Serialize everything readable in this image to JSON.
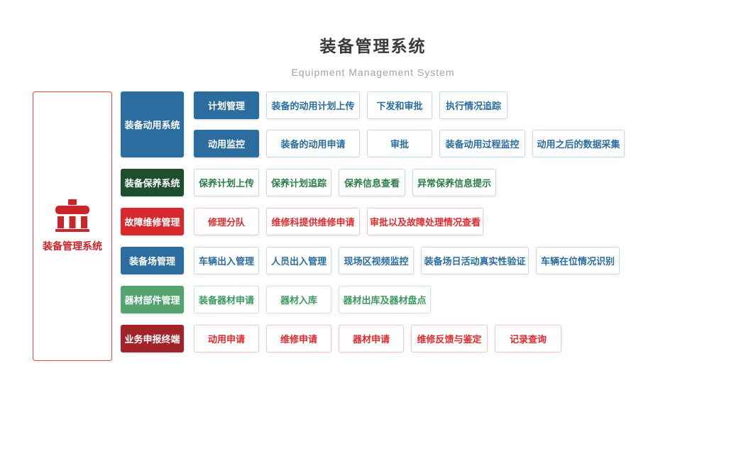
{
  "header": {
    "title": "装备管理系统",
    "subtitle": "Equipment Management System"
  },
  "root": {
    "label": "装备管理系统",
    "icon": "garage-icon"
  },
  "colors": {
    "blue": "#2a6d9e",
    "dark_green": "#1d4f2c",
    "red": "#d7282e",
    "green": "#55a370",
    "dark_red": "#a1242a",
    "accent_red": "#c9252b"
  },
  "groups": [
    {
      "label": "装备动用系统",
      "theme": "blue",
      "rows": [
        {
          "lead": "计划管理",
          "items": [
            "装备的动用计划上传",
            "下发和审批",
            "执行情况追踪"
          ]
        },
        {
          "lead": "动用监控",
          "items": [
            "装备的动用申请",
            "审批",
            "装备动用过程监控",
            "动用之后的数据采集"
          ]
        }
      ]
    },
    {
      "label": "装备保养系统",
      "theme": "dgreen",
      "rows": [
        {
          "items": [
            "保养计划上传",
            "保养计划追踪",
            "保养信息查看",
            "异常保养信息提示"
          ]
        }
      ]
    },
    {
      "label": "故障维修管理",
      "theme": "red",
      "rows": [
        {
          "items": [
            "修理分队",
            "维修科提供维修申请",
            "审批以及故障处理情况查看"
          ]
        }
      ]
    },
    {
      "label": "装备场管理",
      "theme": "blue",
      "rows": [
        {
          "items": [
            "车辆出入管理",
            "人员出入管理",
            "现场区视频监控",
            "装备场日活动真实性验证",
            "车辆在位情况识别"
          ]
        }
      ]
    },
    {
      "label": "器材部件管理",
      "theme": "green",
      "rows": [
        {
          "items": [
            "装备器材申请",
            "器材入库",
            "器材出库及器材盘点"
          ]
        }
      ]
    },
    {
      "label": "业务申报终端",
      "theme": "dred",
      "rows": [
        {
          "items": [
            "动用申请",
            "维修申请",
            "器材申请",
            "维修反馈与鉴定",
            "记录查询"
          ]
        }
      ]
    }
  ]
}
